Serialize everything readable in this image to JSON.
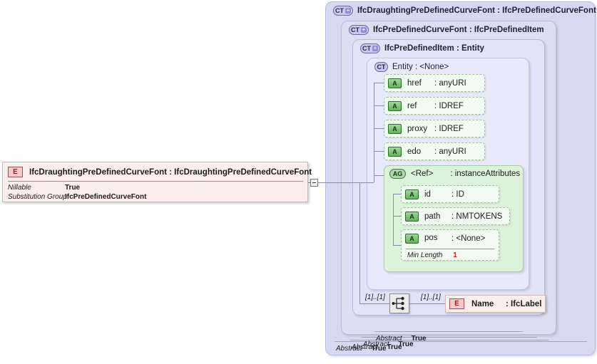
{
  "diagram": {
    "type": "xsd-schema-diagram",
    "colors": {
      "container_level1": "#d7d9f2",
      "container_level2": "#dcdef4",
      "container_level3": "#e2e3f7",
      "container_level4": "#e8e9fa",
      "attribute_bg": "#f2fbf1",
      "attribute_group_bg": "#ddf2da",
      "element_bg": "#fdeeee",
      "facet_value": "#d02020"
    }
  },
  "left_element": {
    "icon": "element-icon",
    "badge": "E",
    "title": "IfcDraughtingPreDefinedCurveFont : IfcDraughtingPreDefinedCurveFont",
    "properties": [
      {
        "label": "Nillable",
        "value": "True"
      },
      {
        "label": "Substitution Group",
        "value": "IfcPreDefinedCurveFont"
      }
    ],
    "toggle": "collapse-toggle"
  },
  "containers": [
    {
      "badge": "CT",
      "has_plus": true,
      "title": "IfcDraughtingPreDefinedCurveFont : IfcPreDefinedCurveFont",
      "abstract": {
        "label": "Abstract",
        "value": "True"
      }
    },
    {
      "badge": "CT",
      "has_plus": true,
      "title": "IfcPreDefinedCurveFont : IfcPreDefinedItem",
      "abstract": {
        "label": "Abstract",
        "value": "True"
      }
    },
    {
      "badge": "CT",
      "has_plus": true,
      "title": "IfcPreDefinedItem : Entity",
      "abstract": {
        "label": "Abstract",
        "value": "True"
      }
    },
    {
      "badge": "CT",
      "has_plus": false,
      "title": "Entity    : <None>",
      "abstract": null
    }
  ],
  "attributes": [
    {
      "badge": "A",
      "name": "href",
      "type": ": anyURI"
    },
    {
      "badge": "A",
      "name": "ref",
      "type": ": IDREF"
    },
    {
      "badge": "A",
      "name": "proxy",
      "type": ": IDREF"
    },
    {
      "badge": "A",
      "name": "edo",
      "type": ": anyURI"
    }
  ],
  "attribute_group": {
    "badge": "AG",
    "name": "<Ref>",
    "type": ": instanceAttributes",
    "members": [
      {
        "badge": "A",
        "name": "id",
        "type": ": ID",
        "facet": null
      },
      {
        "badge": "A",
        "name": "path",
        "type": ": NMTOKENS",
        "facet": null
      },
      {
        "badge": "A",
        "name": "pos",
        "type": ": <None>",
        "facet": {
          "label": "Min Length",
          "value": "1"
        }
      }
    ]
  },
  "sequence": {
    "icon": "sequence-compositor-icon",
    "left_cardinality": "[1]..[1]",
    "right_cardinality": "[1]..[1]",
    "element": {
      "badge": "E",
      "name": "Name",
      "type": ": IfcLabel"
    }
  }
}
